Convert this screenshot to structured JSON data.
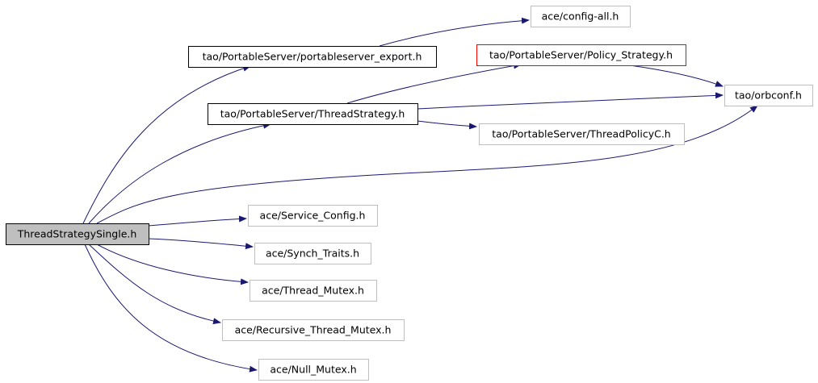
{
  "diagram": {
    "colors": {
      "root_fill": "#bfbfbf",
      "node_fill": "#ffffff",
      "documented_border": "#000000",
      "undocumented_border": "#bfbfbf",
      "highlight_border": "#ff0000",
      "edge": "#191970"
    },
    "nodes": [
      {
        "id": "root",
        "label": "ThreadStrategySingle.h",
        "style": "root"
      },
      {
        "id": "pse",
        "label": "tao/PortableServer/portableserver_export.h",
        "style": "documented"
      },
      {
        "id": "cfg",
        "label": "ace/config-all.h",
        "style": "undocumented"
      },
      {
        "id": "pol",
        "label": "tao/PortableServer/Policy_Strategy.h",
        "style": "highlight"
      },
      {
        "id": "ts",
        "label": "tao/PortableServer/ThreadStrategy.h",
        "style": "documented"
      },
      {
        "id": "orb",
        "label": "tao/orbconf.h",
        "style": "undocumented"
      },
      {
        "id": "tpc",
        "label": "tao/PortableServer/ThreadPolicyC.h",
        "style": "undocumented"
      },
      {
        "id": "svc",
        "label": "ace/Service_Config.h",
        "style": "undocumented"
      },
      {
        "id": "syn",
        "label": "ace/Synch_Traits.h",
        "style": "undocumented"
      },
      {
        "id": "thm",
        "label": "ace/Thread_Mutex.h",
        "style": "undocumented"
      },
      {
        "id": "rtm",
        "label": "ace/Recursive_Thread_Mutex.h",
        "style": "undocumented"
      },
      {
        "id": "nul",
        "label": "ace/Null_Mutex.h",
        "style": "undocumented"
      }
    ],
    "edges": [
      {
        "from": "root",
        "to": "pse"
      },
      {
        "from": "root",
        "to": "ts"
      },
      {
        "from": "root",
        "to": "orb"
      },
      {
        "from": "root",
        "to": "svc"
      },
      {
        "from": "root",
        "to": "syn"
      },
      {
        "from": "root",
        "to": "thm"
      },
      {
        "from": "root",
        "to": "rtm"
      },
      {
        "from": "root",
        "to": "nul"
      },
      {
        "from": "pse",
        "to": "cfg"
      },
      {
        "from": "ts",
        "to": "pol"
      },
      {
        "from": "ts",
        "to": "orb"
      },
      {
        "from": "ts",
        "to": "tpc"
      },
      {
        "from": "pol",
        "to": "orb"
      }
    ]
  }
}
